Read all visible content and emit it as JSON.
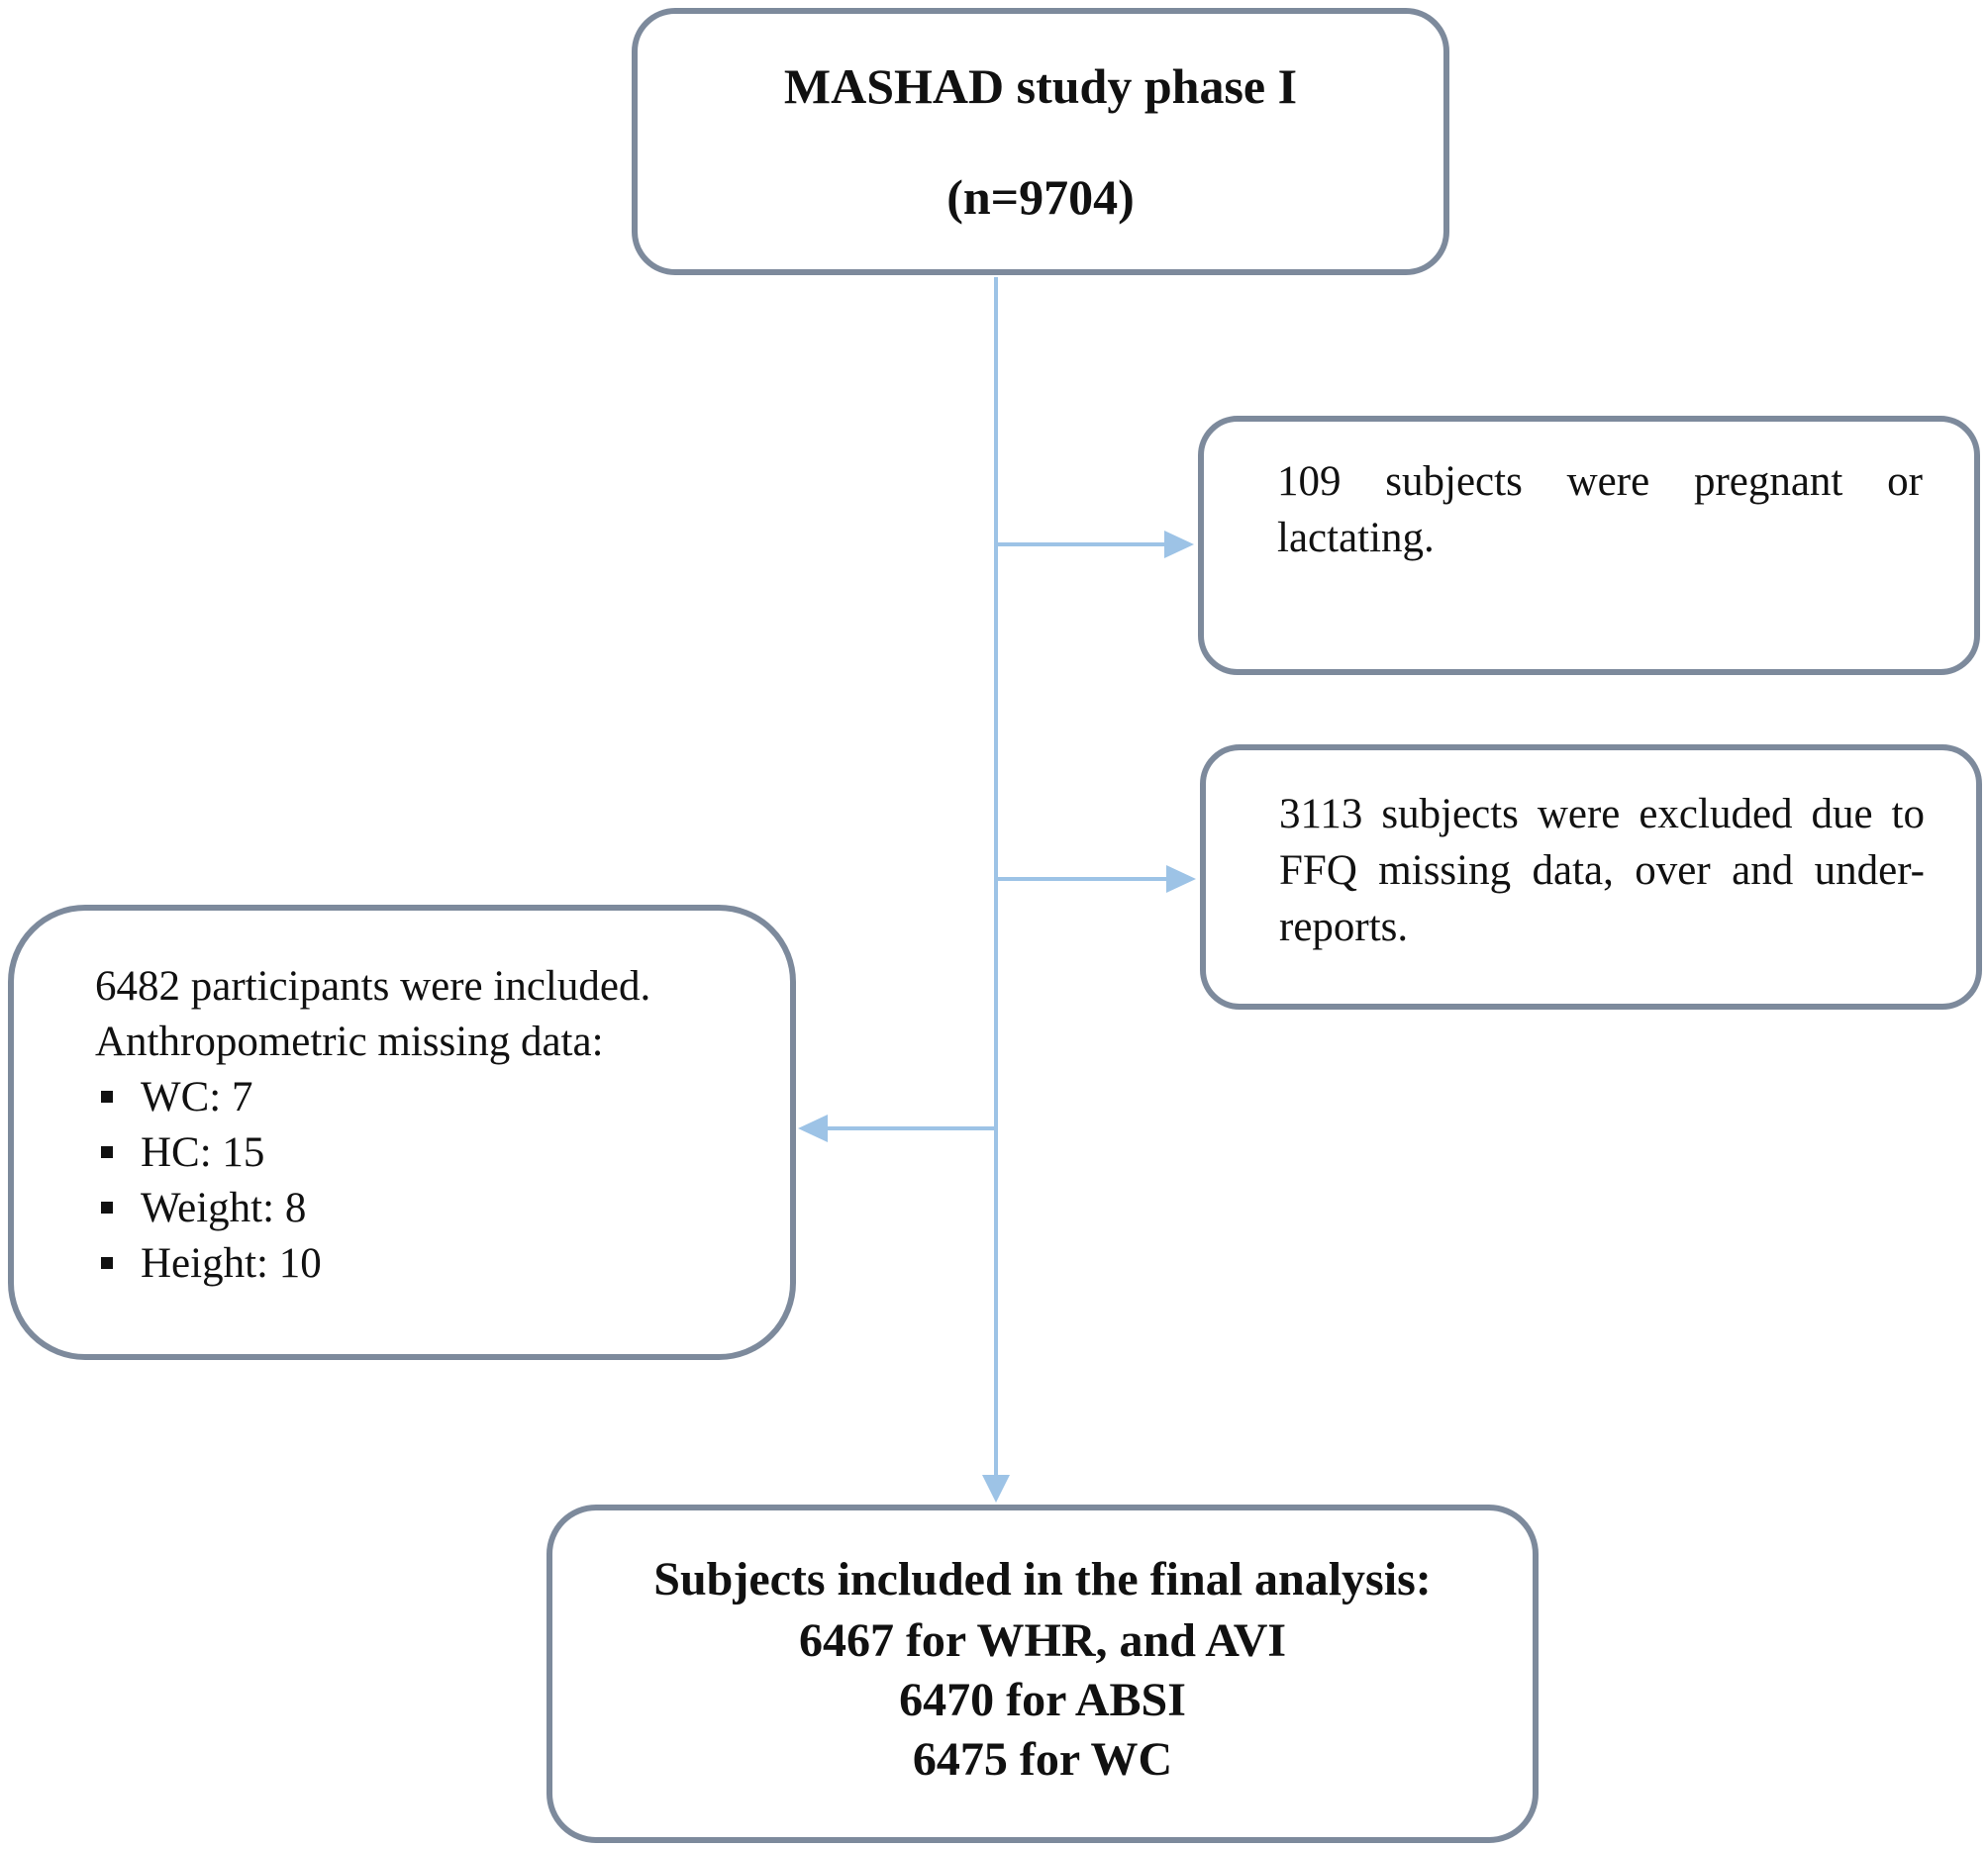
{
  "diagram": {
    "top_box": {
      "title": "MASHAD study phase I",
      "count": "(n=9704)"
    },
    "exclusion_1": {
      "text": "109 subjects were pregnant or lactating."
    },
    "exclusion_2": {
      "text": "3113 subjects were excluded due to FFQ missing data, over and under-reports."
    },
    "included_box": {
      "line1": "6482 participants were included.",
      "line2": "Anthropometric missing data:",
      "bullets": [
        "WC: 7",
        "HC: 15",
        "Weight: 8",
        "Height: 10"
      ]
    },
    "final_box": {
      "lines": [
        "Subjects included in the final analysis:",
        "6467 for WHR, and AVI",
        "6470 for ABSI",
        "6475 for WC"
      ]
    },
    "colors": {
      "box_border": "#7d8a9c",
      "arrow": "#9dc3e6",
      "text": "#111111"
    }
  }
}
